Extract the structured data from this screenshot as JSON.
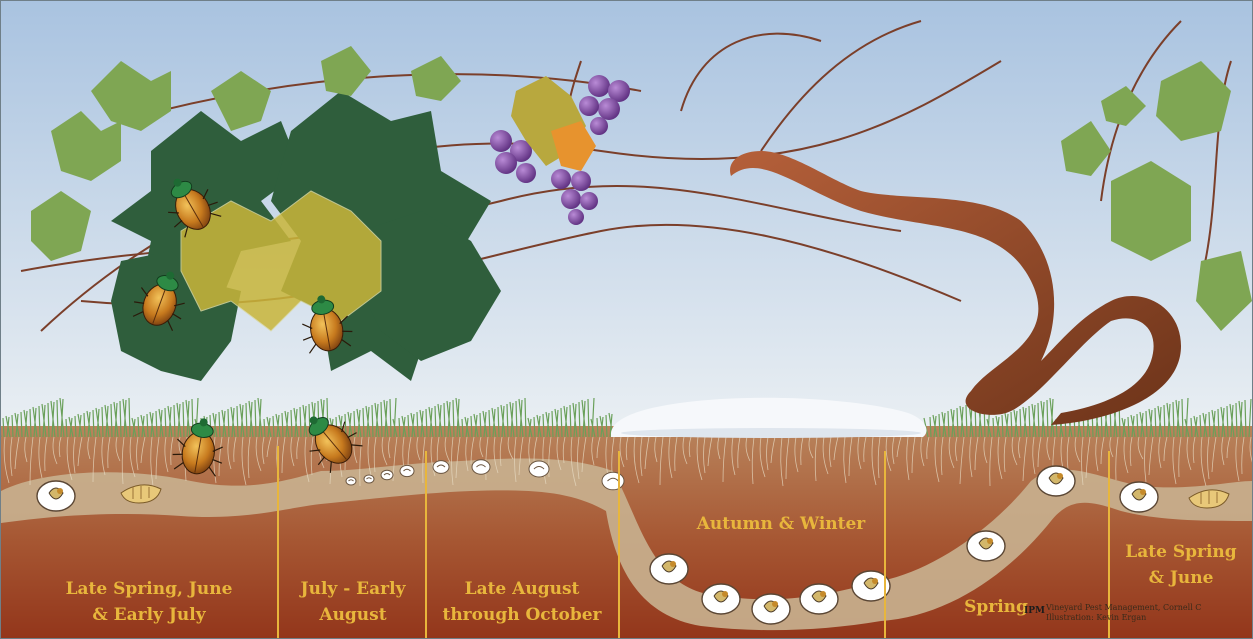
{
  "stages": [
    {
      "line1": "Late Spring, June",
      "line2": "& Early July"
    },
    {
      "line1": "July - Early",
      "line2": "August"
    },
    {
      "line1": "Late August",
      "line2": "through October"
    },
    {
      "line1": "Autumn & Winter",
      "line2": ""
    },
    {
      "line1": "Spring",
      "line2": ""
    },
    {
      "line1": "Late Spring",
      "line2": "& June"
    }
  ],
  "credit": {
    "logo": "IPM",
    "line1": "Vineyard Pest Management, Cornell C",
    "line2": "Illustration: Kevin Ergan"
  },
  "colors": {
    "label": "#e8b63c",
    "divider": "#e8b63c",
    "sky_top": "#a9c3e0",
    "sky_bottom": "#e9eef2",
    "soil_top": "#b47a52",
    "soil_bottom": "#9c3d1e",
    "tunnel": "#c9b392",
    "vine": "#8a4a2c",
    "leaf_dark": "#2f5e3c",
    "leaf_light": "#7fa653",
    "grape": "#7d4b9a",
    "beetle_shell": "#c87f22",
    "beetle_head": "#2d8a45"
  }
}
